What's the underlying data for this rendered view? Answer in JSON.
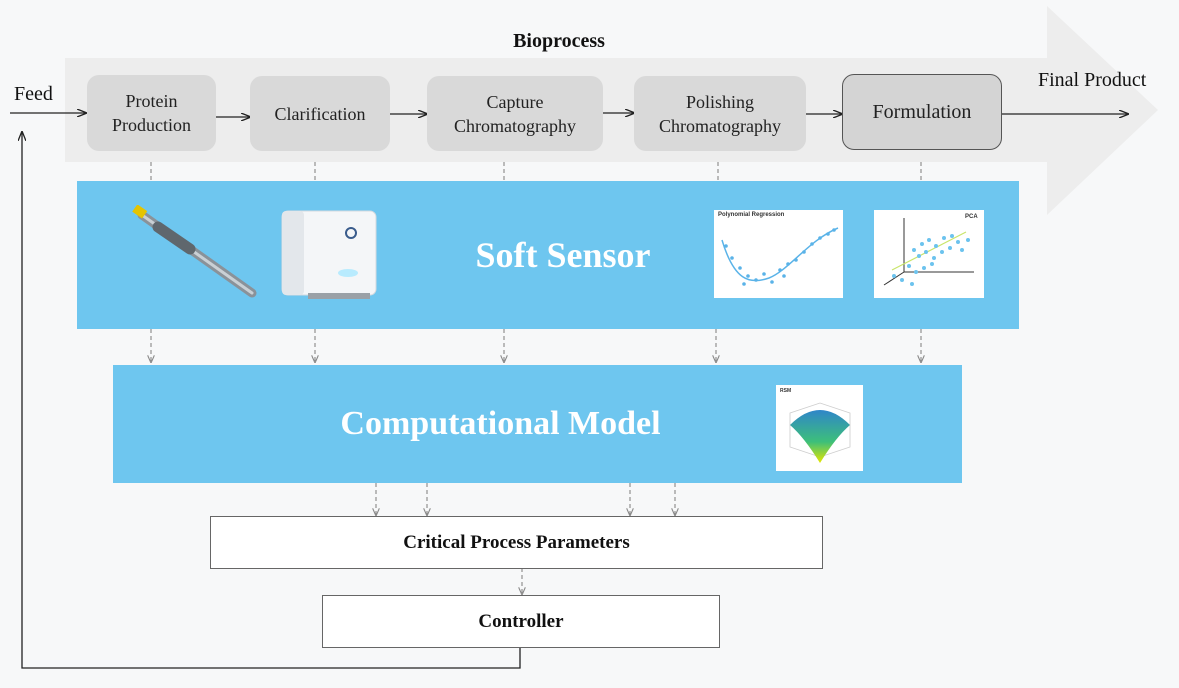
{
  "bioprocess": {
    "title": "Bioprocess",
    "feed_label": "Feed",
    "final_label": "Final Product",
    "steps": [
      {
        "label": "Protein\nProduction"
      },
      {
        "label": "Clarification"
      },
      {
        "label": "Capture\nChromatography"
      },
      {
        "label": "Polishing\nChromatography"
      },
      {
        "label": "Formulation"
      }
    ]
  },
  "soft_sensor": {
    "label": "Soft Sensor",
    "poly_plot_title": "Polynomial Regression",
    "pca_plot_title": "PCA"
  },
  "computational_model": {
    "label": "Computational Model",
    "surface_plot_title": "RSM"
  },
  "cpp": {
    "label": "Critical Process Parameters"
  },
  "controller": {
    "label": "Controller"
  },
  "colors": {
    "band_blue": "#6ec6ef",
    "step_gray": "#d9d9d9",
    "arrow_gray": "#ededed"
  }
}
